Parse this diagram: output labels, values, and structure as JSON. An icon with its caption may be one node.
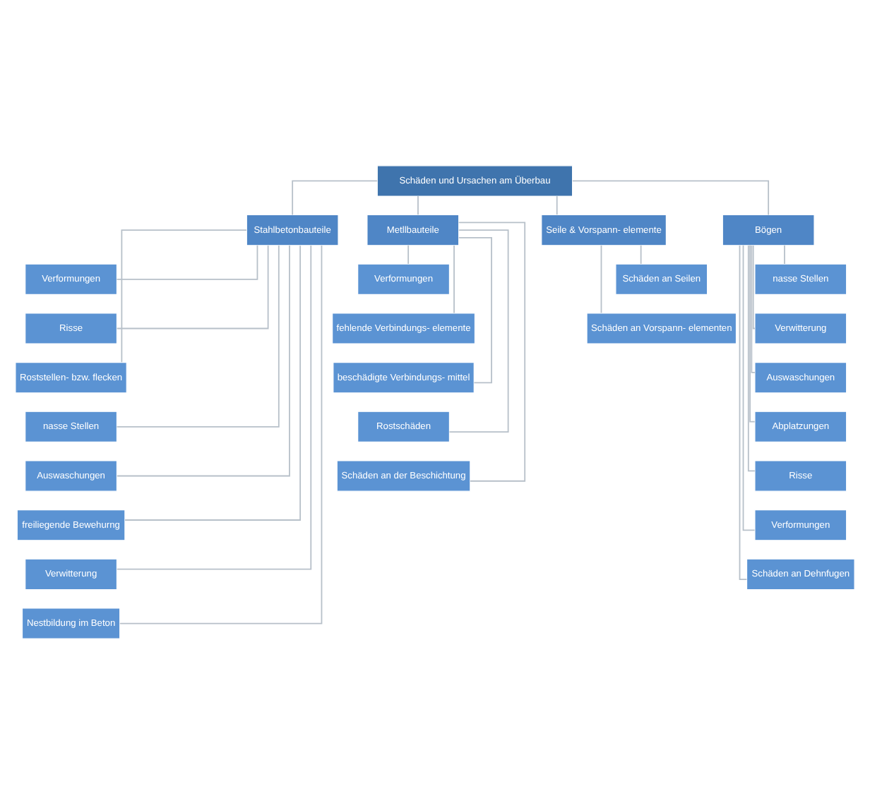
{
  "diagram": {
    "nodes": [
      {
        "text": [
          "Schäden und Ursachen am Überbau"
        ]
      },
      {
        "text": [
          "Stahlbetonbauteile"
        ]
      },
      {
        "text": [
          "Verformungen"
        ]
      },
      {
        "text": [
          "Risse"
        ]
      },
      {
        "text": [
          "Roststellen- bzw. flecken"
        ]
      },
      {
        "text": [
          "nasse Stellen"
        ]
      },
      {
        "text": [
          "Auswaschungen"
        ]
      },
      {
        "text": [
          "freiliegende Bewehurng"
        ]
      },
      {
        "text": [
          "Verwitterung"
        ]
      },
      {
        "text": [
          "Nestbildung im Beton"
        ]
      },
      {
        "text": [
          "Metllbauteile"
        ]
      },
      {
        "text": [
          "Verformungen"
        ]
      },
      {
        "text": [
          "fehlende Verbindungs- elemente"
        ]
      },
      {
        "text": [
          "beschädigte Verbindungs- mittel"
        ]
      },
      {
        "text": [
          "Rostschäden"
        ]
      },
      {
        "text": [
          "Schäden an der Beschichtung"
        ]
      },
      {
        "text": [
          "Seile & Vorspann- elemente"
        ]
      },
      {
        "text": [
          "Schäden an Seilen"
        ]
      },
      {
        "text": [
          "Schäden an Vorspann- elementen"
        ]
      },
      {
        "text": [
          "Bögen"
        ]
      },
      {
        "text": [
          "nasse Stellen"
        ]
      },
      {
        "text": [
          "Verwitterung"
        ]
      },
      {
        "text": [
          "Auswaschungen"
        ]
      },
      {
        "text": [
          "Abplatzungen"
        ]
      },
      {
        "text": [
          "Risse"
        ]
      },
      {
        "text": [
          "Verformungen"
        ]
      },
      {
        "text": [
          "Schäden an Dehnfugen"
        ]
      }
    ],
    "edges": [
      {
        "from": 0,
        "to": 1,
        "arrow": "none"
      },
      {
        "from": 0,
        "to": 10,
        "arrow": "none"
      },
      {
        "from": 0,
        "to": 16,
        "arrow": "none"
      },
      {
        "from": 0,
        "to": 19,
        "arrow": "none"
      },
      {
        "from": 1,
        "to": 2,
        "arrow": "none"
      },
      {
        "from": 1,
        "to": 3,
        "arrow": "none"
      },
      {
        "from": 1,
        "to": 4,
        "arrow": "none"
      },
      {
        "from": 1,
        "to": 5,
        "arrow": "none"
      },
      {
        "from": 1,
        "to": 6,
        "arrow": "none"
      },
      {
        "from": 1,
        "to": 7,
        "arrow": "none"
      },
      {
        "from": 1,
        "to": 8,
        "arrow": "none"
      },
      {
        "from": 1,
        "to": 9,
        "arrow": "none"
      },
      {
        "from": 10,
        "to": 11,
        "arrow": "none"
      },
      {
        "from": 10,
        "to": 12,
        "arrow": "none"
      },
      {
        "from": 10,
        "to": 13,
        "arrow": "none"
      },
      {
        "from": 10,
        "to": 14,
        "arrow": "none"
      },
      {
        "from": 10,
        "to": 15,
        "arrow": "none"
      },
      {
        "from": 16,
        "to": 17,
        "arrow": "none"
      },
      {
        "from": 16,
        "to": 18,
        "arrow": "none"
      },
      {
        "from": 19,
        "to": 20,
        "arrow": "none"
      },
      {
        "from": 19,
        "to": 21,
        "arrow": "none"
      },
      {
        "from": 19,
        "to": 22,
        "arrow": "none"
      },
      {
        "from": 19,
        "to": 23,
        "arrow": "none"
      },
      {
        "from": 19,
        "to": 24,
        "arrow": "none"
      },
      {
        "from": 19,
        "to": 25,
        "arrow": "none"
      },
      {
        "from": 19,
        "to": 26,
        "arrow": "none"
      }
    ]
  }
}
